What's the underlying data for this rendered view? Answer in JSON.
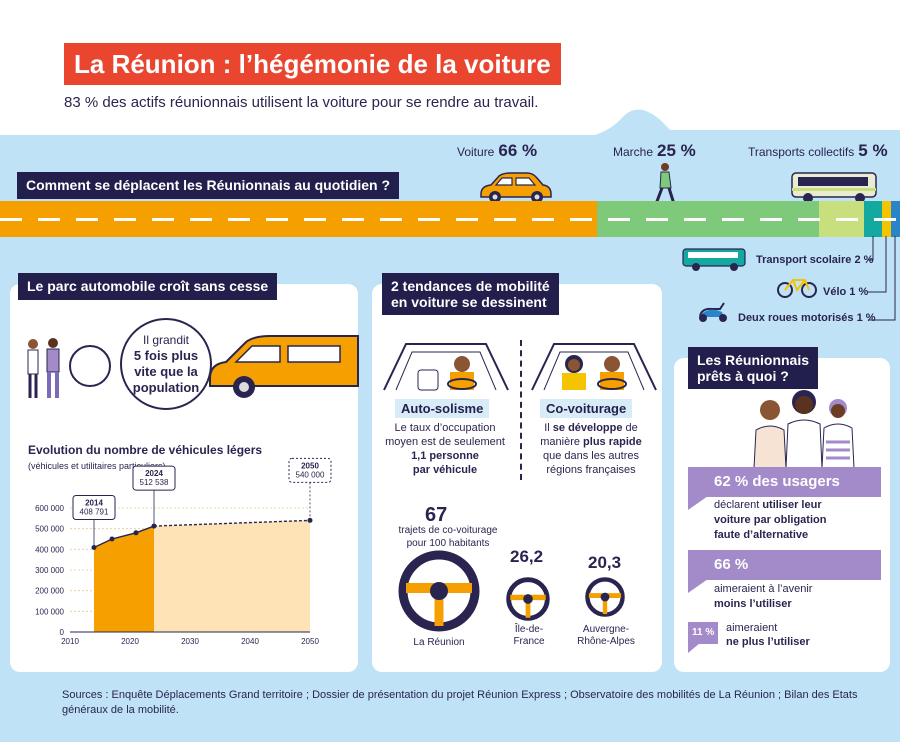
{
  "header": {
    "title": "La Réunion : l’hégémonie de la voiture",
    "subtitle": "83 % des actifs réunionnais utilisent la voiture pour se rendre au travail."
  },
  "daily": {
    "label": "Comment se déplacent les Réunionnais au quotidien ?",
    "main_modes": [
      {
        "name": "Voiture",
        "pct": "66 %"
      },
      {
        "name": "Marche",
        "pct": "25 %"
      },
      {
        "name": "Transports collectifs",
        "pct": "5 %"
      }
    ],
    "minor_modes": [
      {
        "name": "Transport scolaire",
        "pct": "2 %"
      },
      {
        "name": "Vélo",
        "pct": "1 %"
      },
      {
        "name": "Deux roues motorisés",
        "pct": "1 %"
      }
    ],
    "colors": {
      "voiture": "#f5a000",
      "marche": "#7fc97a",
      "collectifs": "#c7e07d",
      "scolaire": "#13a8a0",
      "velo": "#f5c400",
      "deuxroues": "#2a85c8"
    },
    "road_shares": [
      66,
      25,
      5,
      2,
      1,
      1
    ]
  },
  "parc": {
    "label": "Le parc automobile croît sans cesse",
    "bubble": {
      "line1": "Il grandit",
      "line2": "5 fois plus",
      "line3": "vite que la",
      "line4": "population"
    },
    "chart_title": "Evolution du nombre de véhicules légers",
    "chart_subtitle": "(véhicules et utilitaires particuliers)"
  },
  "chart_data": {
    "type": "area",
    "title": "Evolution du nombre de véhicules légers",
    "subtitle": "(véhicules et utilitaires particuliers)",
    "x_ticks": [
      "2010",
      "2020",
      "2030",
      "2040",
      "2050"
    ],
    "y_ticks": [
      "600 000",
      "500 000",
      "400 000",
      "300 000",
      "200 000",
      "100 000",
      "0"
    ],
    "xlim": [
      2010,
      2050
    ],
    "ylim": [
      0,
      600000
    ],
    "observed": {
      "x": [
        2014,
        2017,
        2021,
        2024
      ],
      "y": [
        408791,
        450000,
        480000,
        512538
      ]
    },
    "projection": {
      "x": [
        2024,
        2050
      ],
      "y": [
        512538,
        540000
      ]
    },
    "annotations": [
      {
        "year": "2014",
        "value": "408 791"
      },
      {
        "year": "2024",
        "value": "512 538"
      },
      {
        "year": "2050",
        "value": "540 000"
      }
    ],
    "colors": {
      "observed": "#f5a000",
      "projection": "#fde3b5"
    }
  },
  "tendances": {
    "label_line1": "2 tendances de mobilité",
    "label_line2": "en voiture se dessinent",
    "auto": {
      "tag": "Auto-solisme",
      "l1": "Le taux d’occupation",
      "l2": "moyen est de seulement",
      "l3": "1,1 personne",
      "l4": "par véhicule"
    },
    "covoit": {
      "tag": "Co-voiturage",
      "l1a": "Il ",
      "l1b": "se développe",
      "l1c": " de",
      "l2a": "manière ",
      "l2b": "plus rapide",
      "l3": "que dans les autres",
      "l4": "régions françaises"
    },
    "trips": {
      "caption_line1": "trajets de co-voiturage",
      "caption_line2": "pour 100 habitants"
    },
    "regions": [
      {
        "value": "67",
        "name_line1": "La Réunion",
        "name_line2": ""
      },
      {
        "value": "26,2",
        "name_line1": "Île-de-",
        "name_line2": "France"
      },
      {
        "value": "20,3",
        "name_line1": "Auvergne-",
        "name_line2": "Rhône-Alpes"
      }
    ]
  },
  "prets": {
    "label_line1": "Les Réunionnais",
    "label_line2": "prêts à quoi ?",
    "items": [
      {
        "pct": "62 % des usagers",
        "l1": "déclarent ",
        "l1b": "utiliser leur",
        "l2": "voiture par obligation",
        "l3": "faute d’alternative"
      },
      {
        "pct": "66 %",
        "l1": "aimeraient ",
        "l1b": "à l’avenir",
        "l2": "moins l’utiliser"
      },
      {
        "pct": "11 %",
        "l1": "aimeraient",
        "l2": "ne plus l’utiliser"
      }
    ]
  },
  "sources": "Sources : Enquête Déplacements Grand territoire ;  Dossier de présentation du projet Réunion Express ; Observatoire des mobilités de La Réunion ; Bilan des Etats généraux de la mobilité."
}
